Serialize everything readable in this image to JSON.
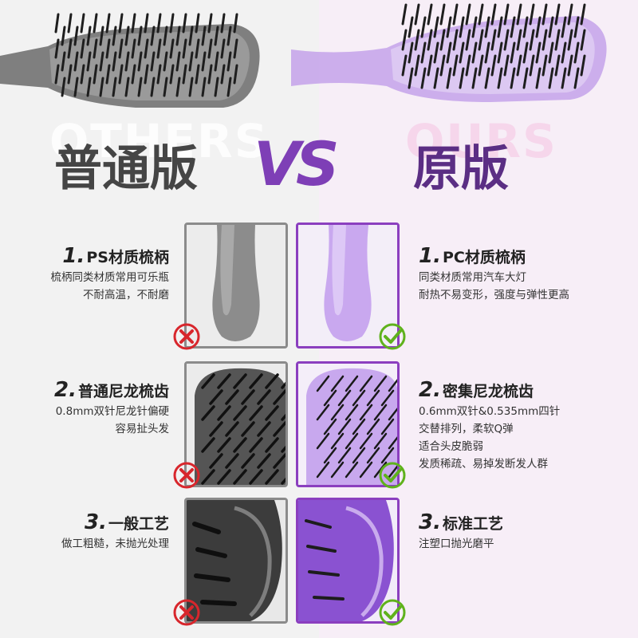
{
  "header": {
    "left_watermark": "OTHERS",
    "right_watermark": "OURS",
    "left_title": "普通版",
    "vs": "VS",
    "right_title": "原版"
  },
  "comparisons": [
    {
      "others": {
        "number": "1.",
        "title": "PS材质梳柄",
        "lines": [
          "梳柄同类材质常用可乐瓶",
          "不耐高温，不耐磨"
        ]
      },
      "ours": {
        "number": "1.",
        "title": "PC材质梳柄",
        "lines": [
          "同类材质常用汽车大灯",
          "耐热不易变形，强度与弹性更高"
        ]
      }
    },
    {
      "others": {
        "number": "2.",
        "title": "普通尼龙梳齿",
        "lines": [
          "0.8mm双针尼龙针偏硬",
          "容易扯头发"
        ]
      },
      "ours": {
        "number": "2.",
        "title": "密集尼龙梳齿",
        "lines": [
          "0.6mm双针&0.535mm四针",
          "交替排列，柔软Q弹",
          "适合头皮脆弱",
          "发质稀疏、易掉发断发人群"
        ]
      }
    },
    {
      "others": {
        "number": "3.",
        "title": "一般工艺",
        "lines": [
          "做工粗糙，未抛光处理"
        ]
      },
      "ours": {
        "number": "3.",
        "title": "标准工艺",
        "lines": [
          "注塑口抛光磨平"
        ]
      }
    }
  ],
  "icons": {
    "cross": "cross-mark-icon",
    "check": "check-mark-icon"
  },
  "colors": {
    "others_frame": "#8b8b8b",
    "ours_frame": "#8b3fbf",
    "vs": "#7e3fb6",
    "ours_title": "#5b2e84",
    "cross": "#d8262c",
    "check": "#5fb21c"
  }
}
